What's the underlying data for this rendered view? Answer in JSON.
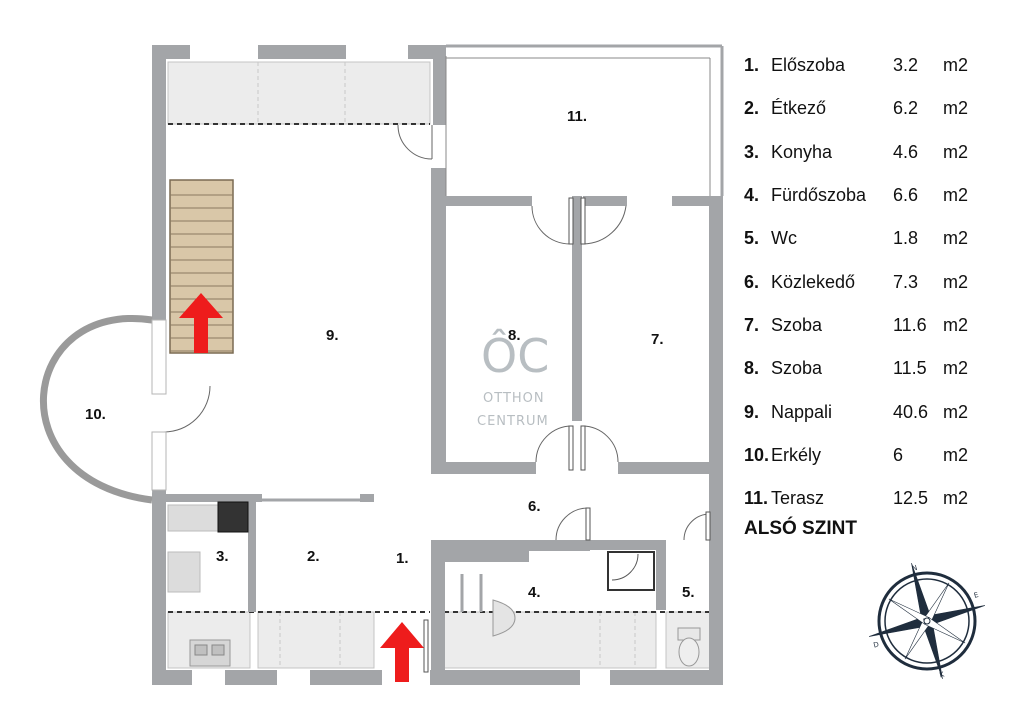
{
  "legend": {
    "rooms": [
      {
        "num": "1.",
        "name": "Előszoba",
        "area": "3.2",
        "unit": "m2"
      },
      {
        "num": "2.",
        "name": "Étkező",
        "area": "6.2",
        "unit": "m2"
      },
      {
        "num": "3.",
        "name": "Konyha",
        "area": "4.6",
        "unit": "m2"
      },
      {
        "num": "4.",
        "name": "Fürdőszoba",
        "area": "6.6",
        "unit": "m2"
      },
      {
        "num": "5.",
        "name": "Wc",
        "area": "1.8",
        "unit": "m2"
      },
      {
        "num": "6.",
        "name": "Közlekedő",
        "area": "7.3",
        "unit": "m2"
      },
      {
        "num": "7.",
        "name": "Szoba",
        "area": "11.6",
        "unit": "m2"
      },
      {
        "num": "8.",
        "name": "Szoba",
        "area": "11.5",
        "unit": "m2"
      },
      {
        "num": "9.",
        "name": "Nappali",
        "area": "40.6",
        "unit": "m2"
      },
      {
        "num": "10.",
        "name": "Erkély",
        "area": "6",
        "unit": "m2"
      },
      {
        "num": "11.",
        "name": "Terasz",
        "area": "12.5",
        "unit": "m2"
      }
    ],
    "level_title": "ALSÓ SZINT"
  },
  "plan": {
    "room_labels": {
      "r1": "1.",
      "r2": "2.",
      "r3": "3.",
      "r4": "4.",
      "r5": "5.",
      "r6": "6.",
      "r7": "7.",
      "r8": "8.",
      "r9": "9.",
      "r10": "10.",
      "r11": "11."
    },
    "watermark": {
      "logo": "ÔC",
      "line1": "OTTHON",
      "line2": "CENTRUM"
    },
    "compass": {
      "n": "N",
      "e": "E",
      "s": "K",
      "w": "D"
    },
    "colors": {
      "wall": "#a3a5a8",
      "stairs": "#d9c7a8",
      "arrow": "#ee1c1c",
      "compass": "#1f2d3d"
    }
  }
}
